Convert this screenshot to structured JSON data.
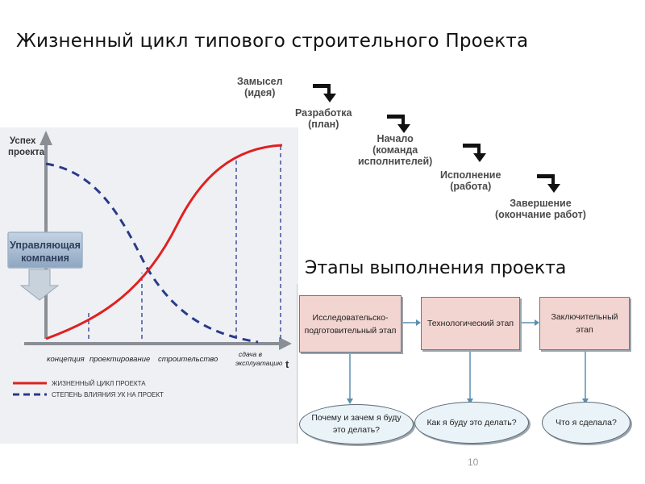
{
  "title": "Жизненный цикл типового строительного Проекта",
  "steps": [
    {
      "line1": "Замысел",
      "line2": "(идея)"
    },
    {
      "line1": "Разработка",
      "line2": "(план)"
    },
    {
      "line1": "Начало",
      "line2": "(команда",
      "line3": "исполнителей)"
    },
    {
      "line1": "Исполнение",
      "line2": "(работа)"
    },
    {
      "line1": "Завершение",
      "line2": "(окончание работ)"
    }
  ],
  "chart": {
    "yaxis_label": [
      "Успех",
      "проекта"
    ],
    "xaxis_label": "t",
    "company_box": [
      "Управляющая",
      "компания"
    ],
    "phases": [
      "концепция",
      "проектирование",
      "строительство",
      "сдача в",
      "эксплуатацию"
    ],
    "legend": [
      {
        "label": "ЖИЗНЕННЫЙ ЦИКЛ ПРОЕКТА",
        "color": "#e02020",
        "style": "solid"
      },
      {
        "label": "СТЕПЕНЬ ВЛИЯНИЯ  УК НА ПРОЕКТ",
        "color": "#2a3a8a",
        "style": "dashed"
      }
    ],
    "colors": {
      "lifecycle": "#e02020",
      "influence": "#2a3a8a",
      "axis": "#8a8f96"
    }
  },
  "stages_title": "Этапы выполнения проекта",
  "stages": [
    {
      "label": "Исследовательско-подготовительный этап",
      "question": "Почему и зачем я буду это делать?"
    },
    {
      "label": "Технологический этап",
      "question": "Как я буду это делать?"
    },
    {
      "label": "Заключительный этап",
      "question": "Что я сделала?"
    }
  ],
  "page_number": "10"
}
